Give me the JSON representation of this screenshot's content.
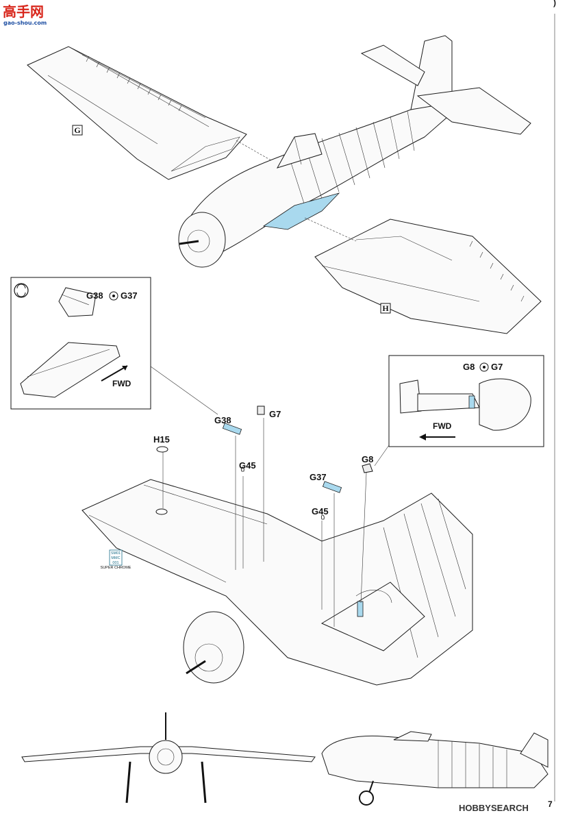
{
  "header": {
    "logo_cn": "高手网",
    "logo_url": "gao-shou.com",
    "corner_mark": ")"
  },
  "steps": {
    "wing_left_label": "G",
    "wing_right_label": "H"
  },
  "inset_left": {
    "part_a": "G38",
    "part_b": "G37",
    "direction": "FWD"
  },
  "inset_right": {
    "part_a": "G8",
    "part_b": "G7",
    "direction": "FWD"
  },
  "callouts": {
    "g38": "G38",
    "g7": "G7",
    "h15": "H15",
    "g45_left": "G45",
    "g37": "G37",
    "g45_right": "G45",
    "g8": "G8"
  },
  "paint_chip": {
    "line1": "SM01",
    "line2": "MMC",
    "line3": "001",
    "name": "SUPER CHROME"
  },
  "footer": {
    "watermark": "HOBBYSEARCH",
    "page_number": "7"
  },
  "colors": {
    "accent_blue": "#a9d9ee",
    "logo_red": "#d8261b",
    "logo_blue": "#1e4fa3"
  }
}
